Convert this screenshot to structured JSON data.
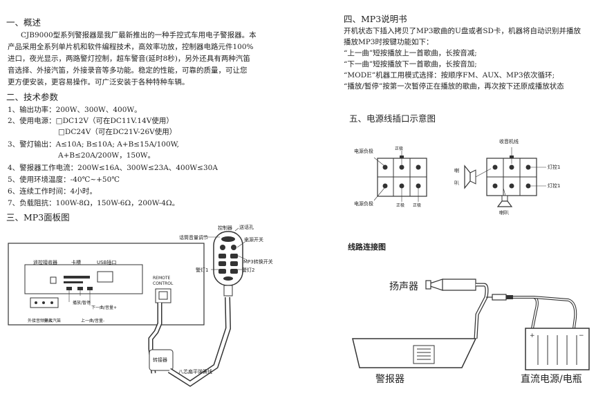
{
  "left": {
    "s1_title": "一、概述",
    "s1_lines": [
      "CJB9000型系列警报器是我厂最新推出的一种手控式车用电子警报器。本",
      "产品采用全系列单片机和软件编程技术，高效率功放，控制器电路元件100%",
      "进口，夜光显示，两路警灯控制，超车警音(延时8秒)，另外还具有两种汽笛",
      "音选择、外接汽笛，外接录音等多功能。稳定的性能，可靠的质量，可让您",
      "更方便安装，更容易操作。可广泛安装于各种特种车辆。"
    ],
    "s2_title": "二、技术参数",
    "s2_lines": [
      "1、输出功率：200W、300W、400W。",
      "2、使用电源：□DC12V（可在DC11V.14V使用）",
      "□DC24V（可在DC21V-26V使用）",
      "3、警灯输出：A≤10A; B≤10A; A+B≤15A/100W,",
      "A+B≤20A/200W，150W。",
      "4、警报器工作电流：200W≤16A、300W≤23A、400W≤30A",
      "5、使用环境温度：-40℃~+50℃",
      "6、连续工作时间：4小时。",
      "7、负载阻抗：100W-8Ω，150W-6Ω，200W-4Ω。"
    ],
    "s3_title": "三、MP3面板图"
  },
  "panel": {
    "remote_receiver": "遥控接收器",
    "card_slot": "卡槽",
    "usb_port": "USB插口",
    "play_pause": "播放/暂停",
    "next_vol": "下一曲/音量+",
    "bottom_labels": [
      "外接音频输入",
      "外接汽笛",
      "上一曲/音量-"
    ],
    "remote_control": [
      "REMOTE",
      "CONTROL"
    ],
    "converter": "转接器",
    "flat_cable": "八芯扁平弹簧线",
    "controller": "控制器",
    "mic_hole": "送话孔",
    "mic_volume": "话筒音量调节",
    "power_switch": "电源开关",
    "mp3_switch": "MP3转换开关",
    "light1": "警灯1",
    "light2": "警灯2"
  },
  "right": {
    "s4_title": "四、MP3说明书",
    "s4_lines": [
      "开机状态下插入拷贝了MP3歌曲的U盘或者SD卡，机器将自动识别并播放",
      "播放MP3时按键功能如下：",
      "“上一曲”短按播放上一首歌曲，长按音减;",
      "“下一曲”短按播放下一首歌曲，长按音加;",
      "“MODE”机器工用模式选择：按顺序FM、AUX、MP3依次循环;",
      "“播放/暂停”按第一次暂停正在播放的歌曲，再次按下还原成播放状态"
    ],
    "s5_title": "五、电源线插口示意图",
    "s5_left": {
      "pos_top": "正极",
      "neg_top": "电源负极",
      "neg_bottom": "电源负极",
      "pos_bottom": [
        "正极",
        "正极"
      ]
    },
    "s5_right": {
      "radio_line": "收音机线",
      "speaker_side": [
        "喇",
        "叭"
      ],
      "light1": "灯控1",
      "light2": "灯控1",
      "speaker_bottom": "喇叭"
    },
    "wiring_title": "线路连接图",
    "wiring": {
      "speaker": "扬声器",
      "alarm": "警报器",
      "battery": "直流电源/电瓶"
    }
  }
}
